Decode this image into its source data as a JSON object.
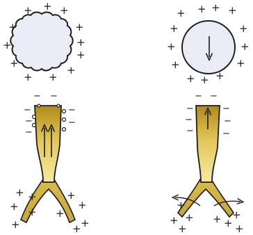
{
  "signs": {
    "plus": "+",
    "minus": "−"
  },
  "colors": {
    "ink": "#1a1a1a",
    "cell_fill": "#e9ecf6",
    "cell_stroke": "#1c1c1c",
    "gold_light": "#f7eaa0",
    "gold_dark": "#b08a18",
    "background": "#ffffff"
  },
  "arrows": {
    "top_right_cell": "down",
    "bottom_left_stem": "up-double",
    "bottom_right_stem": "up"
  }
}
